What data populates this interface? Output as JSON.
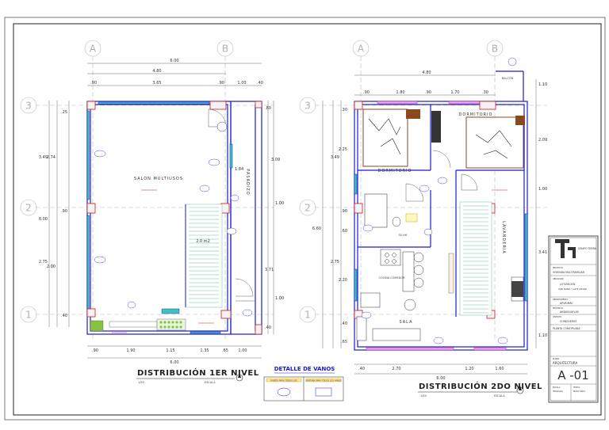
{
  "axes": {
    "columns": [
      "A",
      "B"
    ],
    "rows": [
      "3",
      "2",
      "1"
    ]
  },
  "plan_1": {
    "title": "DISTRIBUCIÓN  1ER NIVEL",
    "scale_ratio": "1/50",
    "scale_label": "ESCALA",
    "room_main": "SALON MULTIUSOS",
    "room_side": "PASADIZO",
    "area_label": "2.0 m2",
    "dims_top": [
      "6.00",
      "4.80",
      "3.65",
      ".90",
      "1.00",
      ".90",
      ".40"
    ],
    "dims_left": [
      "3.49",
      "2.74",
      "8.00",
      "2.75",
      "2.00",
      ".90",
      ".40",
      ".25"
    ],
    "dims_right": [
      "3.09",
      "1.84",
      "1.00",
      "3.71",
      "1.00",
      ".40",
      ".80"
    ],
    "dims_bottom": [
      ".90",
      "1.90",
      "1.15",
      "1.35",
      ".65",
      "1.00",
      "6.00"
    ]
  },
  "plan_2": {
    "title": "DISTRIBUCIÓN  2DO NIVEL",
    "scale_ratio": "1/50",
    "scale_label": "ESCALA",
    "room_bed1": "DORMITORIO",
    "room_bed2": "DORMITORIO",
    "room_laundry": "LAVANDERIA",
    "room_kitchen": "COCINA COMEDOR",
    "room_living": "SALA",
    "room_bath": "SS.HH",
    "balcony": "BALCON",
    "dims_top": [
      "4.80",
      ".90",
      "1.80",
      ".90",
      "1.70",
      ".30"
    ],
    "dims_left": [
      "3.49",
      "2.25",
      "6.60",
      "2.75",
      "2.20",
      ".30",
      ".90",
      ".40",
      ".60",
      ".65"
    ],
    "dims_right": [
      "1.10",
      "2.09",
      "1.00",
      "3.41",
      "1.10"
    ],
    "dims_bottom": [
      "2.70",
      "1.20",
      "1.60",
      ".40",
      "6.00"
    ]
  },
  "detail": {
    "title": "DETALLE DE VANOS",
    "col1": "PUERTA PARA TODOS LOS",
    "col2": "VENTANA PARA TODOS LOS VANOS"
  },
  "title_block": {
    "company": "GRUPO TERRA",
    "project_label": "PROYECTO",
    "project": "VIVIENDA MULTIFAMILIAR",
    "location_label": "UBICACION",
    "location": "LOTIZACION",
    "location2": "URB. MANZ. Y LOTE ##/##",
    "dept_label": "DEPARTAMENTO",
    "dept": "APURIMAC",
    "prov_label": "PROVINCIA",
    "prov": "ANDAHUAYLAS",
    "dist_label": "DISTRITO",
    "dist": "CHINCHEROS",
    "plan_name": "PLANTA CONSTRUIDA",
    "spec_label": "PLANO",
    "spec": "ARQUITECTURA",
    "sheet": "A -01",
    "scale_label": "ESCALA",
    "scale_value": "INDICADA",
    "date_label": "FECHA",
    "date_value": "MAYO 2024"
  },
  "colors": {
    "wall": "#1a1ad0",
    "column": "#d01818",
    "window_fill": "#3cc4b8",
    "stair": "#3cb48a",
    "door": "#606060",
    "furniture": "#8a4a20",
    "green": "#86c440",
    "magenta": "#c020c0",
    "yellow": "#f0d020"
  }
}
